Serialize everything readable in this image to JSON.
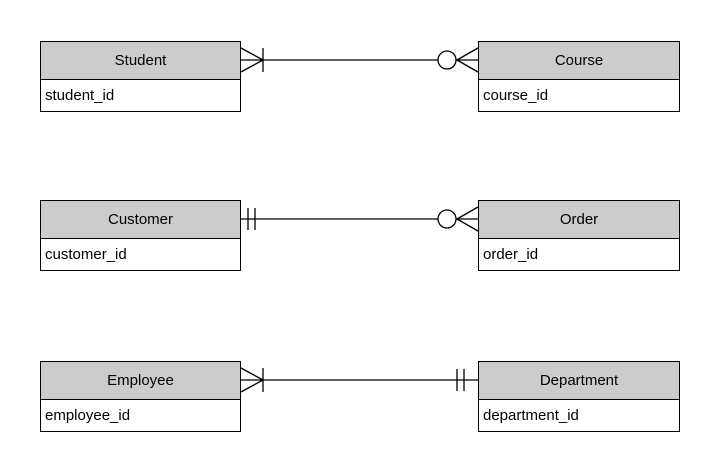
{
  "entities": [
    {
      "name": "Student",
      "attributes": [
        "student_id"
      ]
    },
    {
      "name": "Course",
      "attributes": [
        "course_id"
      ]
    },
    {
      "name": "Customer",
      "attributes": [
        "customer_id"
      ]
    },
    {
      "name": "Order",
      "attributes": [
        "order_id"
      ]
    },
    {
      "name": "Employee",
      "attributes": [
        "employee_id"
      ]
    },
    {
      "name": "Department",
      "attributes": [
        "department_id"
      ]
    }
  ],
  "relationships": [
    {
      "from": "Student",
      "to": "Course",
      "from_cardinality": "one-or-many",
      "from_symbol": "crows-foot-with-bar",
      "to_cardinality": "zero-or-many",
      "to_symbol": "circle-with-crows-foot"
    },
    {
      "from": "Customer",
      "to": "Order",
      "from_cardinality": "exactly-one",
      "from_symbol": "double-bar",
      "to_cardinality": "zero-or-many",
      "to_symbol": "circle-with-crows-foot"
    },
    {
      "from": "Employee",
      "to": "Department",
      "from_cardinality": "one-or-many",
      "from_symbol": "crows-foot-with-bar",
      "to_cardinality": "exactly-one",
      "to_symbol": "double-bar"
    }
  ],
  "notation": "crows-foot",
  "colors": {
    "entity_header_fill": "#cccccc",
    "entity_body_fill": "#ffffff",
    "border": "#000000",
    "background": "#ffffff",
    "text": "#000000"
  }
}
